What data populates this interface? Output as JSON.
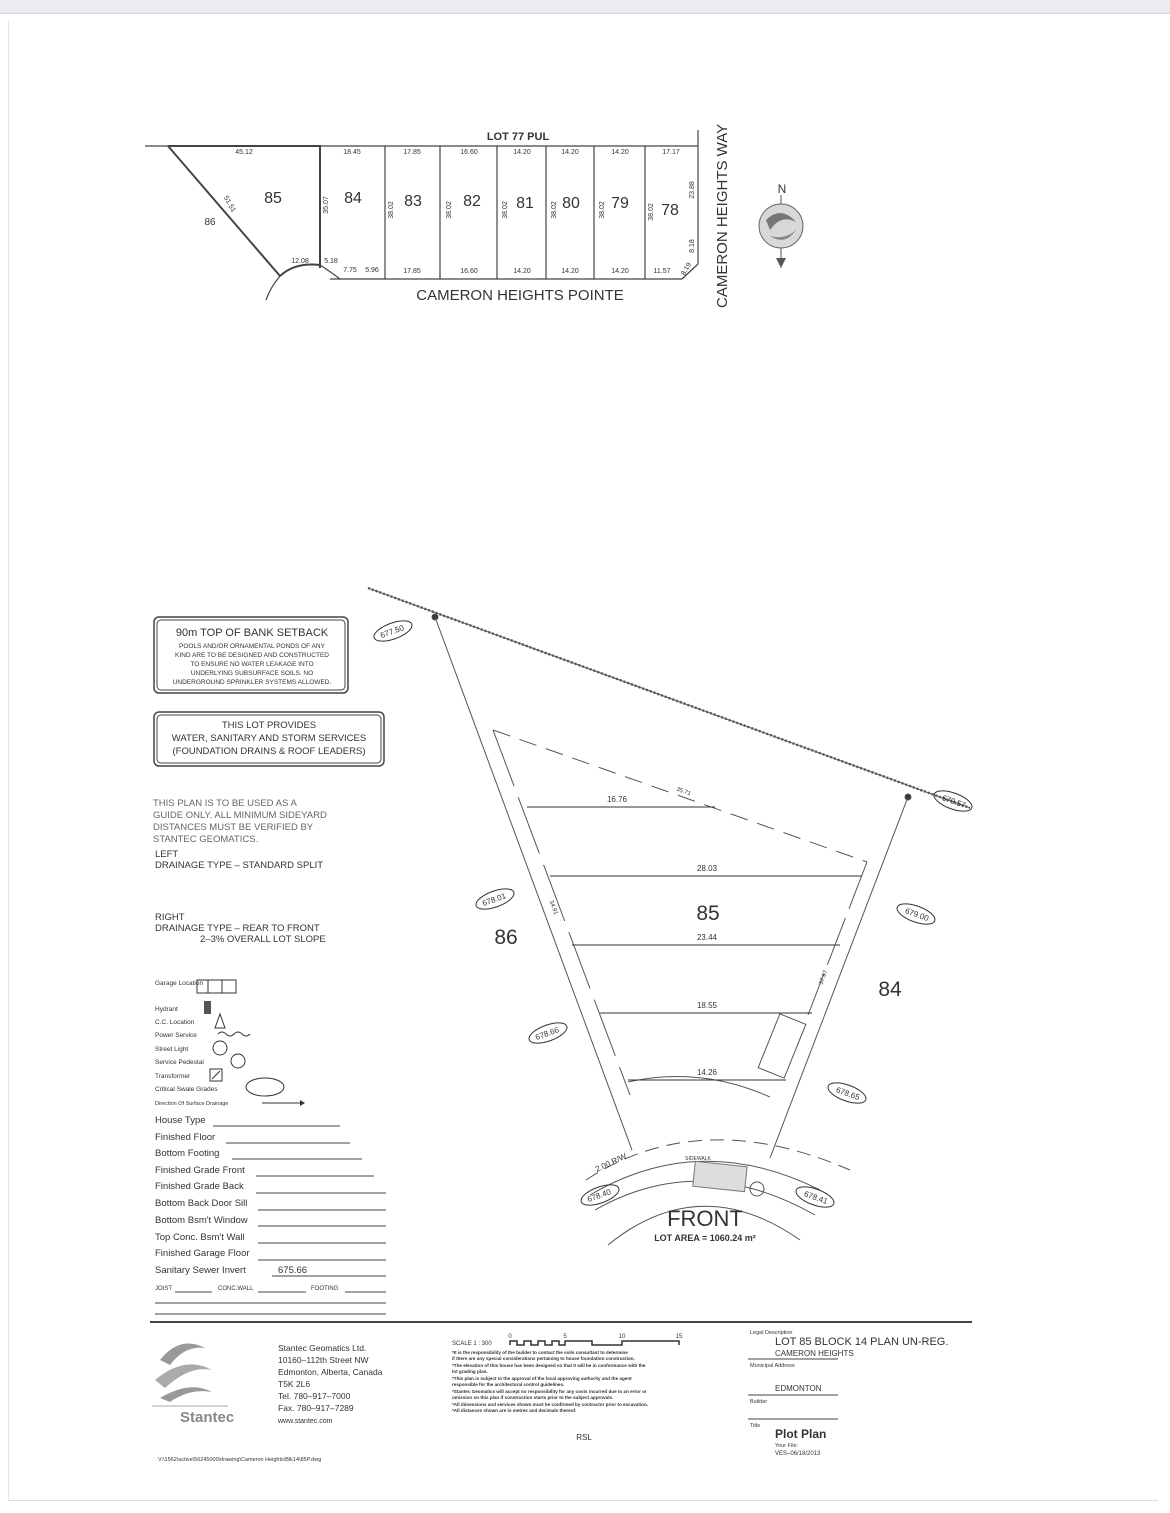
{
  "key_plan": {
    "top_label": "LOT 77 PUL",
    "street_bottom": "CAMERON HEIGHTS POINTE",
    "street_right": "CAMERON HEIGHTS WAY",
    "north_label": "N",
    "lot86_label": "86",
    "lots": [
      {
        "num": "85",
        "top": "45.12",
        "side": "",
        "bottom": ""
      },
      {
        "num": "84",
        "top": "18.45",
        "side": "35.07",
        "bottom": ""
      },
      {
        "num": "83",
        "top": "17.85",
        "side": "38.02",
        "bottom": "17.85"
      },
      {
        "num": "82",
        "top": "16.60",
        "side": "38.02",
        "bottom": "16.60"
      },
      {
        "num": "81",
        "top": "14.20",
        "side": "38.02",
        "bottom": "14.20"
      },
      {
        "num": "80",
        "top": "14.20",
        "side": "38.02",
        "bottom": "14.20"
      },
      {
        "num": "79",
        "top": "14.20",
        "side": "38.02",
        "bottom": "14.20"
      },
      {
        "num": "78",
        "top": "17.17",
        "side": "38.02",
        "bottom": "11.57"
      }
    ],
    "other_dims": {
      "diag": "51.51",
      "arc": "12.08",
      "d1": "5.18",
      "d2": "7.75",
      "d3": "5.96",
      "right_upper": "23.88",
      "right_lower": "8.18",
      "corner": "8.19"
    }
  },
  "notes": {
    "setback_title": "90m TOP OF BANK SETBACK",
    "setback_lines": [
      "POOLS AND/OR ORNAMENTAL PONDS OF ANY",
      "KIND ARE TO BE DESIGNED AND CONSTRUCTED",
      "TO ENSURE NO WATER LEAKAGE INTO",
      "UNDERLYING SUBSURFACE SOILS. NO",
      "UNDERGROUND SPRINKLER SYSTEMS ALLOWED."
    ],
    "services_lines": [
      "THIS LOT PROVIDES",
      "WATER, SANITARY AND STORM SERVICES",
      "(FOUNDATION DRAINS & ROOF LEADERS)"
    ],
    "guide_lines": [
      "THIS PLAN IS TO BE USED AS A",
      "GUIDE ONLY. ALL MINIMUM SIDEYARD",
      "DISTANCES MUST BE VERIFIED BY",
      "STANTEC GEOMATICS."
    ],
    "left_label": "LEFT",
    "left_drainage": "DRAINAGE TYPE  –  STANDARD SPLIT",
    "right_label": "RIGHT",
    "right_drainage": "DRAINAGE TYPE  –  REAR TO FRONT",
    "right_slope": "2–3% OVERALL LOT SLOPE"
  },
  "legend": [
    "Garage Location",
    "Hydrant",
    "C.C. Location",
    "Power Service",
    "Street Light",
    "Service Pedestal",
    "Transformer",
    "Critical Swale Grades",
    "Direction Of Surface Drainage"
  ],
  "form_fields": [
    {
      "label": "House Type",
      "value": ""
    },
    {
      "label": "Finished Floor",
      "value": ""
    },
    {
      "label": "Bottom Footing",
      "value": ""
    },
    {
      "label": "Finished Grade Front",
      "value": ""
    },
    {
      "label": "Finished Grade Back",
      "value": ""
    },
    {
      "label": "Bottom Back Door Sill",
      "value": ""
    },
    {
      "label": "Bottom Bsm't Window",
      "value": ""
    },
    {
      "label": "Top Conc. Bsm't Wall",
      "value": ""
    },
    {
      "label": "Finished Garage Floor",
      "value": ""
    },
    {
      "label": "Sanitary Sewer Invert",
      "value": "675.66"
    }
  ],
  "small_fields": [
    "JOIST",
    "CONC.WALL",
    "FOOTING"
  ],
  "site_plan": {
    "lot_number": "85",
    "left_neighbor": "86",
    "right_neighbor": "84",
    "grades": [
      "677.50",
      "679.57",
      "678.01",
      "679.00",
      "678.66",
      "678.65",
      "678.40",
      "678.41"
    ],
    "dims": {
      "rear_diag": "35.71",
      "w1": "16.76",
      "w2": "28.03",
      "w3": "23.44",
      "w4": "18.55",
      "w5": "14.26",
      "left_side": "34.91",
      "right_side": "37.97"
    },
    "row_label": "2.00 R/W",
    "sidewalk": "SIDEWALK",
    "front": "FRONT",
    "lot_area": "LOT AREA = 1060.24 m²"
  },
  "company": {
    "logo_text": "Stantec",
    "lines": [
      "Stantec Geomatics Ltd.",
      "10160–112th Street NW",
      "Edmonton, Alberta, Canada",
      "T5K 2L6",
      "Tel.   780–917–7000",
      "Fax.  780–917–7289",
      "www.stantec.com"
    ]
  },
  "scale": {
    "label": "SCALE 1 : 300",
    "ticks": [
      "0",
      "5",
      "10",
      "15"
    ]
  },
  "disclaimers": [
    "*It is the responsibility of the builder to contact the soils consultant to determine",
    "if there are any special considerations pertaining to house foundation construction.",
    "*The elevation of this house has been designed so that it will be in conformance with the",
    "lot grading plan.",
    "*This plan is subject to the approval of the local approving authority and the agent",
    "responsible for the architectural control guidelines.",
    "*Stantec Geomatics will accept no responsibility for any costs incurred due to an error or",
    "omission on this plan if construction starts prior to the subject approvals.",
    "*All dimensions and services shown must be confirmed by contractor prior to excavation.",
    "*All distances shown are in metres and decimals thereof."
  ],
  "drafter": "RSL",
  "file_path": "V:\\1562\\active\\56245000\\drawing\\Cameron Heights\\Blk14\\85P.dwg",
  "title_block": {
    "legal_label": "Legal Description",
    "legal_value": "LOT  85  BLOCK  14  PLAN  UN-REG.",
    "legal_sub": "CAMERON  HEIGHTS",
    "municipal_label": "Municipal Address",
    "municipal_value": "EDMONTON",
    "builder_label": "Builder",
    "title_label": "Title",
    "title_value": "Plot Plan",
    "your_file_label": "Your File:",
    "your_file_value": "VES–06/18/2013"
  }
}
